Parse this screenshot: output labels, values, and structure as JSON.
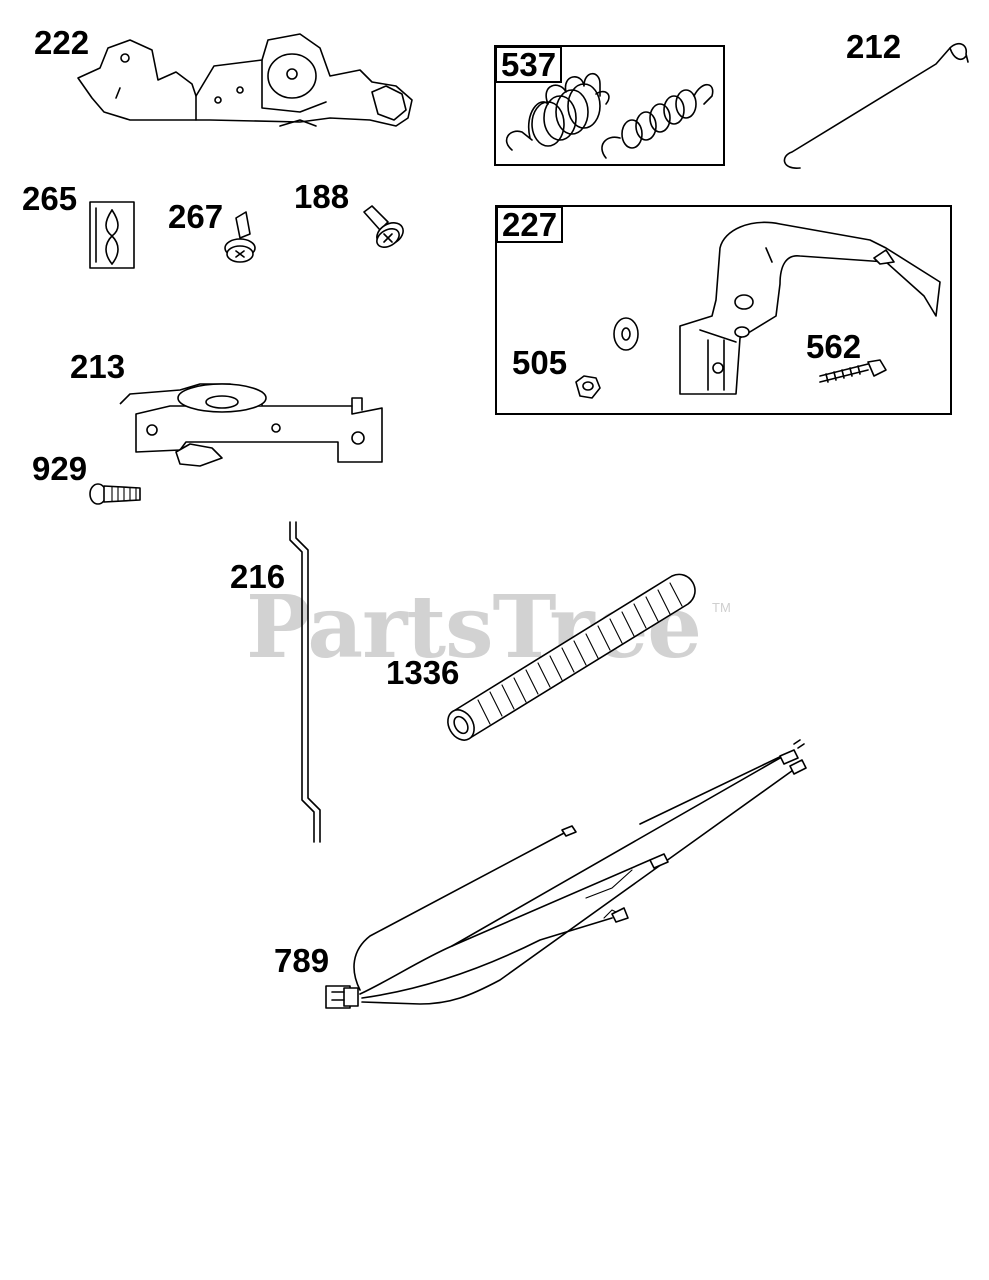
{
  "watermark": {
    "text": "PartsTree",
    "trademark": "TM"
  },
  "parts": {
    "p222": "222",
    "p537": "537",
    "p212": "212",
    "p265": "265",
    "p267": "267",
    "p188": "188",
    "p227": "227",
    "p505": "505",
    "p562": "562",
    "p213": "213",
    "p929": "929",
    "p216": "216",
    "p1336": "1336",
    "p789": "789"
  }
}
